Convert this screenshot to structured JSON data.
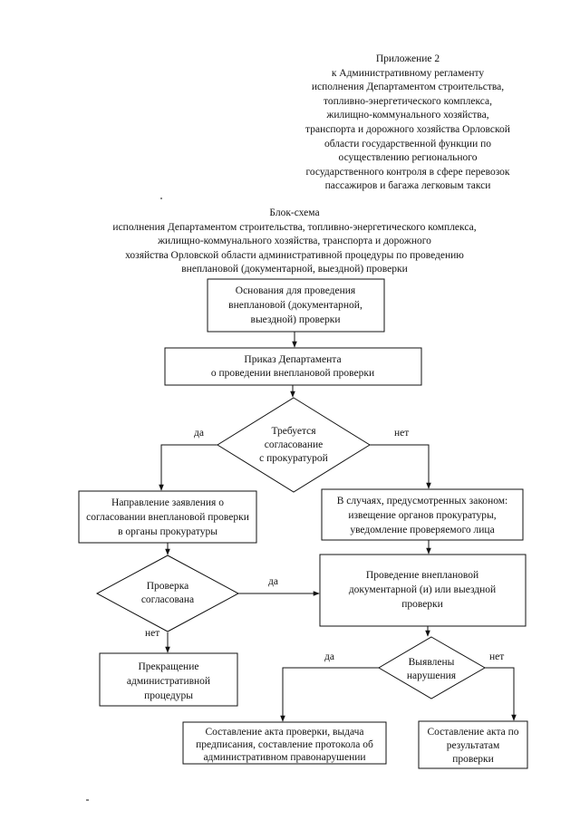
{
  "appendix": {
    "lines": [
      "Приложение 2",
      "к Административному регламенту",
      "исполнения Департаментом строительства,",
      "топливно-энергетического комплекса,",
      "жилищно-коммунального хозяйства,",
      "транспорта и дорожного хозяйства Орловской",
      "области государственной функции по",
      "осуществлению регионального",
      "государственного контроля в сфере перевозок",
      "пассажиров и багажа легковым такси"
    ]
  },
  "caption": {
    "lines": [
      "Блок-схема",
      "исполнения Департаментом строительства, топливно-энергетического комплекса,",
      "жилищно-коммунального хозяйства, транспорта и дорожного",
      "хозяйства Орловской области административной процедуры по проведению",
      "внеплановой (документарной, выездной) проверки"
    ]
  },
  "flow": {
    "grounds": [
      "Основания для проведения",
      "внеплановой (документарной,",
      "выездной) проверки"
    ],
    "order": [
      "Приказ Департамента",
      "о проведении внеплановой проверки"
    ],
    "decision_approval": [
      "Требуется",
      "согласование",
      "с прокуратурой"
    ],
    "label_yes_1": "да",
    "label_no_1": "нет",
    "send_request": [
      "Направление заявления о",
      "согласовании внеплановой проверки",
      "в органы прокуратуры"
    ],
    "notify": [
      "В случаях, предусмотренных законом:",
      "извещение органов прокуратуры,",
      "уведомление проверяемого лица"
    ],
    "decision_agreed": [
      "Проверка",
      "согласована"
    ],
    "label_yes_2": "да",
    "label_no_2": "нет",
    "conduct": [
      "Проведение внеплановой",
      "документарной (и) или выездной",
      "проверки"
    ],
    "terminate": [
      "Прекращение",
      "административной",
      "процедуры"
    ],
    "decision_violations": [
      "Выявлены",
      "нарушения"
    ],
    "label_yes_3": "да",
    "label_no_3": "нет",
    "act_with_order": [
      "Составление акта проверки, выдача",
      "предписания, составление протокола об",
      "административном правонарушении"
    ],
    "act_results": [
      "Составление акта по",
      "результатам",
      "проверки"
    ]
  }
}
